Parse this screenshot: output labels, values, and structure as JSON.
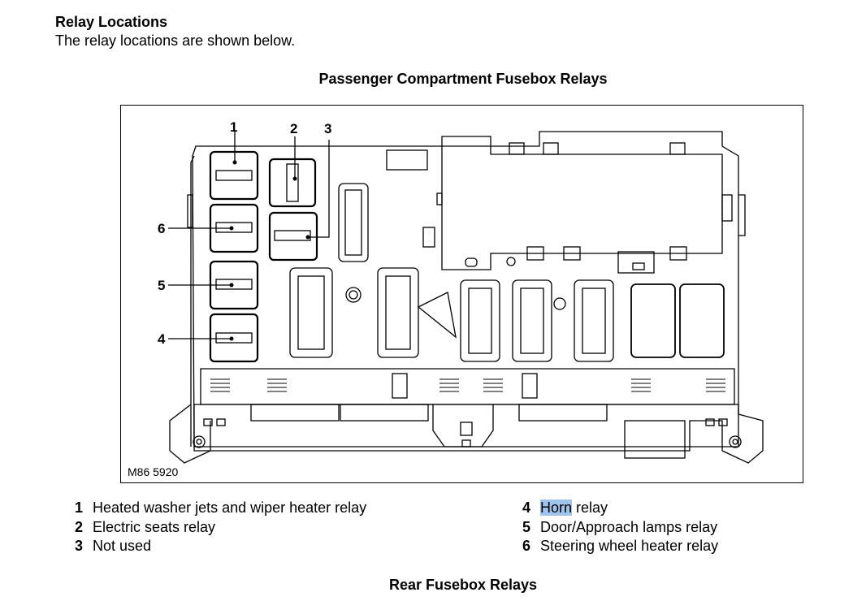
{
  "heading": "Relay Locations",
  "intro": "The relay locations are shown below.",
  "section1_title": "Passenger Compartment Fusebox Relays",
  "figure_id": "M86 5920",
  "callouts": [
    "1",
    "2",
    "3",
    "4",
    "5",
    "6"
  ],
  "legend_left": [
    {
      "num": "1",
      "text": "Heated washer jets and wiper heater relay"
    },
    {
      "num": "2",
      "text": "Electric seats relay"
    },
    {
      "num": "3",
      "text": "Not used"
    }
  ],
  "legend_right": [
    {
      "num": "4",
      "highlight": "Horn",
      "text": " relay"
    },
    {
      "num": "5",
      "text": "Door/Approach lamps relay"
    },
    {
      "num": "6",
      "text": "Steering wheel heater relay"
    }
  ],
  "section2_title": "Rear Fusebox Relays",
  "colors": {
    "highlight": "#9fc3ea"
  }
}
